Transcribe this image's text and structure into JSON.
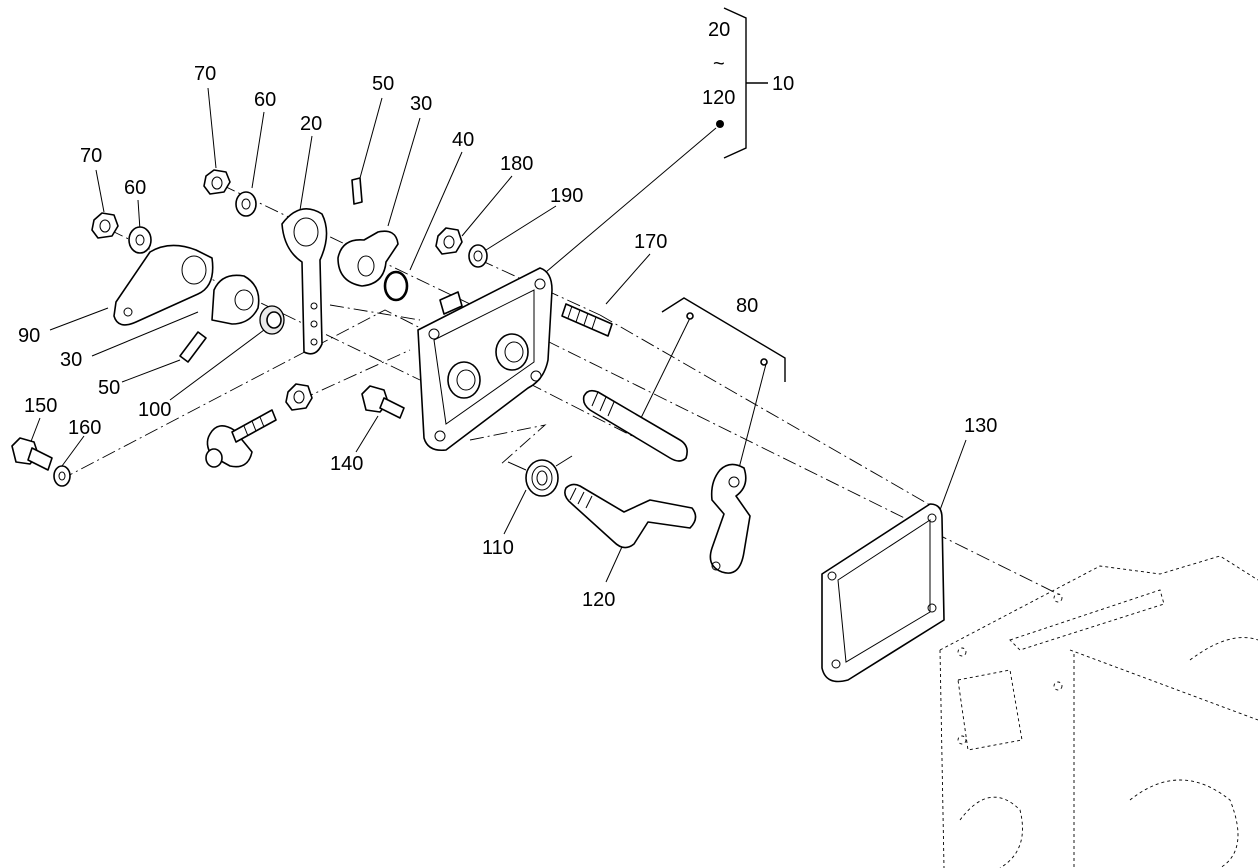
{
  "callouts": {
    "range_start": "20",
    "range_sep": "~",
    "range_end": "120",
    "assembly": "10",
    "p70a": "70",
    "p60a": "60",
    "p70b": "70",
    "p60b": "60",
    "p50a": "50",
    "p30a": "30",
    "p20": "20",
    "p40": "40",
    "p180": "180",
    "p190": "190",
    "p170": "170",
    "p80": "80",
    "p90": "90",
    "p30b": "30",
    "p50b": "50",
    "p100": "100",
    "p150": "150",
    "p160": "160",
    "p140": "140",
    "p110": "110",
    "p120": "120",
    "p130": "130"
  },
  "icons": {
    "hex_nut": "hex-nut-icon",
    "washer": "washer-icon",
    "gasket": "gasket-icon"
  }
}
